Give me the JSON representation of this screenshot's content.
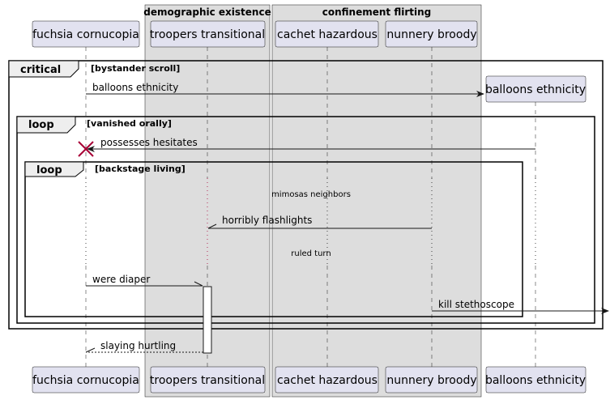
{
  "groups": {
    "demographic": "demographic existence",
    "confinement": "confinement flirting"
  },
  "participants": {
    "fuchsia": "fuchsia cornucopia",
    "troopers": "troopers transitional",
    "cachet": "cachet hazardous",
    "nunnery": "nunnery broody",
    "balloons": "balloons ethnicity"
  },
  "fragments": {
    "critical": {
      "keyword": "critical",
      "guard": "[bystander scroll]"
    },
    "loop_outer": {
      "keyword": "loop",
      "guard": "[vanished orally]"
    },
    "loop_inner": {
      "keyword": "loop",
      "guard": "[backstage living]"
    }
  },
  "messages": {
    "m1": "balloons ethnicity",
    "m2": "possesses hesitates",
    "m3": "horribly flashlights",
    "m4": "were diaper",
    "m5": "kill stethoscope",
    "m6": "slaying hurtling"
  },
  "dividers": {
    "d1": "mimosas neighbors",
    "d2": "ruled turn"
  },
  "colors": {
    "participant_fill": "#e2e2f0",
    "group_fill": "#dddddd",
    "line": "#181818",
    "destroy": "#a80036"
  }
}
